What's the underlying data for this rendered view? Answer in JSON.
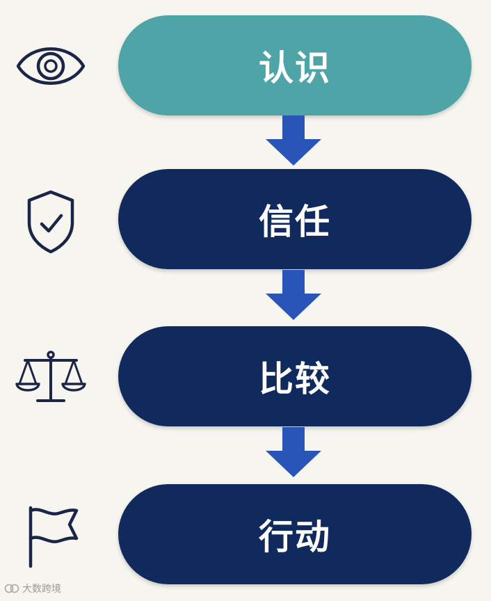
{
  "stages": [
    {
      "label": "认识",
      "icon": "eye-icon",
      "color": "#4fa4a8"
    },
    {
      "label": "信任",
      "icon": "shield-check-icon",
      "color": "#112a5e"
    },
    {
      "label": "比较",
      "icon": "scales-icon",
      "color": "#112a5e"
    },
    {
      "label": "行动",
      "icon": "flag-icon",
      "color": "#112a5e"
    }
  ],
  "arrow_color": "#2a55b8",
  "icon_color": "#1b2548",
  "background": "#f7f5ef",
  "watermark": {
    "text": "大数跨境"
  }
}
